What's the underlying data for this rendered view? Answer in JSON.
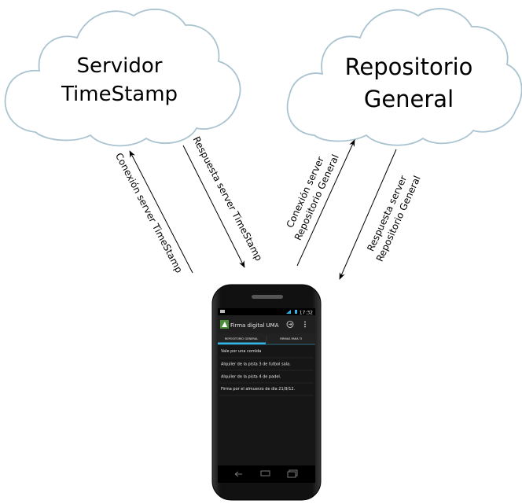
{
  "clouds": {
    "left": {
      "line1": "Servidor",
      "line2": "TimeStamp"
    },
    "right": {
      "line1": "Repositorio",
      "line2": "General"
    }
  },
  "edges": {
    "conexion_timestamp": "Conexión server TimeStamp",
    "respuesta_timestamp": "Respuesta server TimeStamp",
    "conexion_repo_1": "Conexión server",
    "conexion_repo_2": "Repositorio General",
    "respuesta_repo_1": "Respuesta server",
    "respuesta_repo_2": "Repositorio General"
  },
  "phone": {
    "status_time": "17:32",
    "app_title": "Firma digital UMA",
    "tabs": [
      "REPOSITORIO GENERAL",
      "FIRMAS PARA TI"
    ],
    "items": [
      "Vale por una comida",
      "Alquiler de la pista 3 de futbol sala.",
      "Alquiler de la pista 4 de padel.",
      "Firma por el almuerzo de dia 21/9/12."
    ]
  },
  "colors": {
    "cloud_stroke": "#a9c3d0",
    "phone_body": "#1a1a1a",
    "screen_bg": "#161616",
    "tab_indicator": "#33b5e5"
  }
}
